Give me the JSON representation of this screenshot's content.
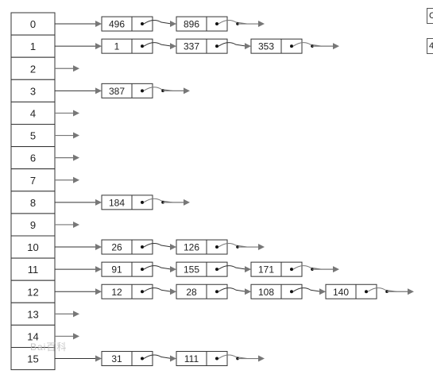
{
  "buckets": [
    {
      "index": "0",
      "chain": [
        "496",
        "896"
      ]
    },
    {
      "index": "1",
      "chain": [
        "1",
        "337",
        "353"
      ]
    },
    {
      "index": "2",
      "chain": []
    },
    {
      "index": "3",
      "chain": [
        "387"
      ]
    },
    {
      "index": "4",
      "chain": []
    },
    {
      "index": "5",
      "chain": []
    },
    {
      "index": "6",
      "chain": []
    },
    {
      "index": "7",
      "chain": []
    },
    {
      "index": "8",
      "chain": [
        "184"
      ]
    },
    {
      "index": "9",
      "chain": []
    },
    {
      "index": "10",
      "chain": [
        "26",
        "126"
      ]
    },
    {
      "index": "11",
      "chain": [
        "91",
        "155",
        "171"
      ]
    },
    {
      "index": "12",
      "chain": [
        "12",
        "28",
        "108",
        "140"
      ]
    },
    {
      "index": "13",
      "chain": []
    },
    {
      "index": "14",
      "chain": []
    },
    {
      "index": "15",
      "chain": [
        "31",
        "111"
      ]
    }
  ],
  "side_stub": [
    "C",
    "4"
  ],
  "watermark": "Bai百科",
  "colors": {
    "line": "#333333",
    "arrow": "#777777",
    "text": "#222222"
  }
}
